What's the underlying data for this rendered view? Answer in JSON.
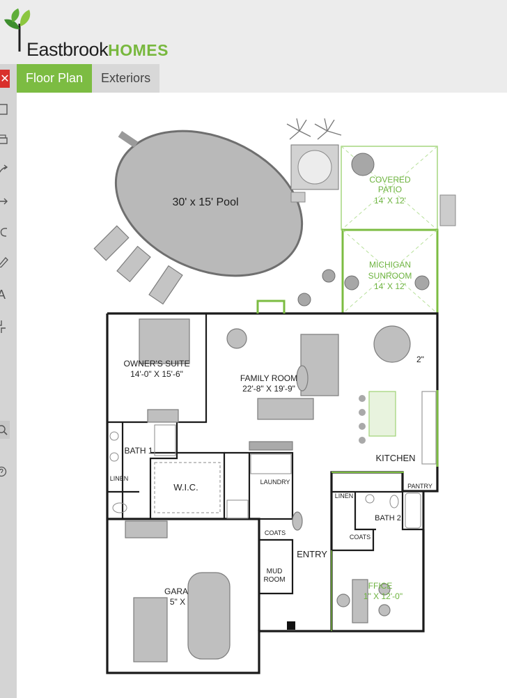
{
  "brand": {
    "name_part1": "Eastbrook",
    "name_part2": "HOMES",
    "accent": "#7cbc42"
  },
  "tabs": [
    {
      "label": "Floor Plan",
      "active": true
    },
    {
      "label": "Exteriors",
      "active": false
    }
  ],
  "sidebar": {
    "close_icon": "close-icon",
    "tools": [
      "save-icon",
      "print-icon",
      "share-icon",
      "arrow-icon",
      "undo-icon",
      "pencil-icon",
      "text-icon",
      "resize-icon",
      "zoom-icon",
      "help-icon"
    ],
    "text_tool_glyph": "A"
  },
  "floorplan": {
    "pool": "30' x 15' Pool",
    "covered_patio": {
      "name_line1": "COVERED",
      "name_line2": "PATIO",
      "dims": "14' X 12'"
    },
    "sunroom": {
      "name_line1": "MICHIGAN",
      "name_line2": "SUNROOM",
      "dims": "14' X 12'"
    },
    "owners_suite": {
      "name": "OWNER'S SUITE",
      "dims": "14'-0\" X 15'-6\""
    },
    "family_room": {
      "name": "FAMILY ROOM",
      "dims": "22'-8\" X 19'-9\""
    },
    "dining_partial": "2\"",
    "kitchen": "KITCHEN",
    "bath1": "BATH 1",
    "linen1": "LINEN",
    "wic": "W.I.C.",
    "laundry": "LAUNDRY",
    "linen2": "LINEN",
    "bath2": "BATH 2",
    "pantry": "PANTRY",
    "coats1": "COATS",
    "coats2": "COATS",
    "entry": "ENTRY",
    "mud_room_line1": "MUD",
    "mud_room_line2": "ROOM",
    "garage_name": "GARA",
    "garage_dims": "5\" X",
    "office_name": "FFICE",
    "office_dims": "1\" X 12'-0\""
  }
}
